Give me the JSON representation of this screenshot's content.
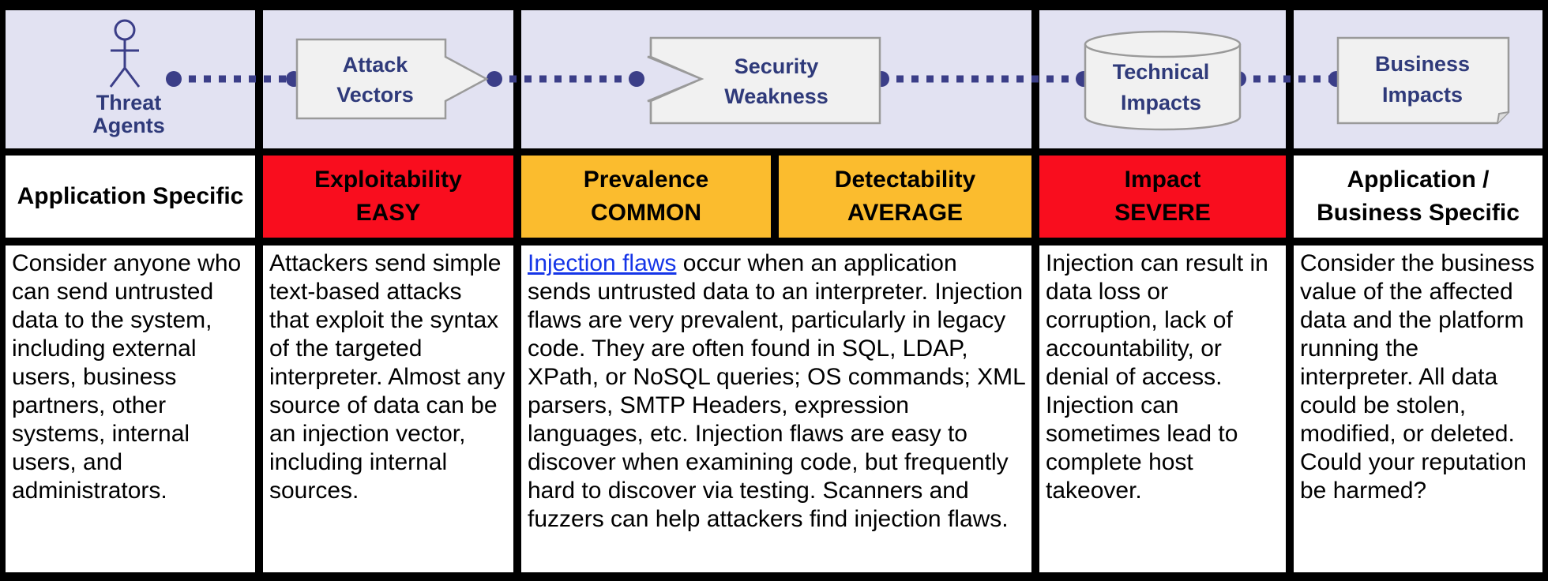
{
  "header": {
    "threat_agents": [
      "Threat",
      "Agents"
    ],
    "attack_vectors": [
      "Attack",
      "Vectors"
    ],
    "security_weakness": [
      "Security",
      "Weakness"
    ],
    "technical_impacts": [
      "Technical",
      "Impacts"
    ],
    "business_impacts": [
      "Business",
      "Impacts"
    ]
  },
  "ratings": {
    "application_specific": "Application Specific",
    "exploitability": {
      "label": "Exploitability",
      "value": "EASY",
      "color": "#f90d1e"
    },
    "prevalence": {
      "label": "Prevalence",
      "value": "COMMON",
      "color": "#fbbc2e"
    },
    "detectability": {
      "label": "Detectability",
      "value": "AVERAGE",
      "color": "#fbbc2e"
    },
    "impact": {
      "label": "Impact",
      "value": "SEVERE",
      "color": "#f90d1e"
    },
    "business_specific": [
      "Application /",
      "Business Specific"
    ]
  },
  "descriptions": {
    "threat_agents": "Consider anyone who can send untrusted data to the system, including external users, business partners, other systems, internal users, and administrators.",
    "attack_vectors": "Attackers send simple text-based attacks that exploit the syntax of the targeted interpreter. Almost any source of data can be an injection vector, including internal sources.",
    "security_weakness_link": "Injection flaws",
    "security_weakness": " occur when an application sends untrusted data to an interpreter. Injection flaws are very prevalent, particularly in legacy code.  They are often found in SQL, LDAP, XPath, or NoSQL queries; OS commands; XML parsers, SMTP Headers, expression languages, etc. Injection flaws are easy to discover when examining code, but frequently hard to discover via testing. Scanners and fuzzers can help attackers find injection flaws.",
    "technical_impacts": "Injection can result in data loss or corruption, lack of accountability, or denial of access. Injection can sometimes lead to complete host takeover.",
    "business_impacts": "Consider the business value of the affected data and the platform running the interpreter. All data could be stolen, modified, or deleted.  Could your reputation be harmed?"
  },
  "colors": {
    "header_bg": "#e2e2f2",
    "connector": "#3b3e88",
    "exploitability": "#f90d1e",
    "prevalence": "#fbbc2e"
  }
}
